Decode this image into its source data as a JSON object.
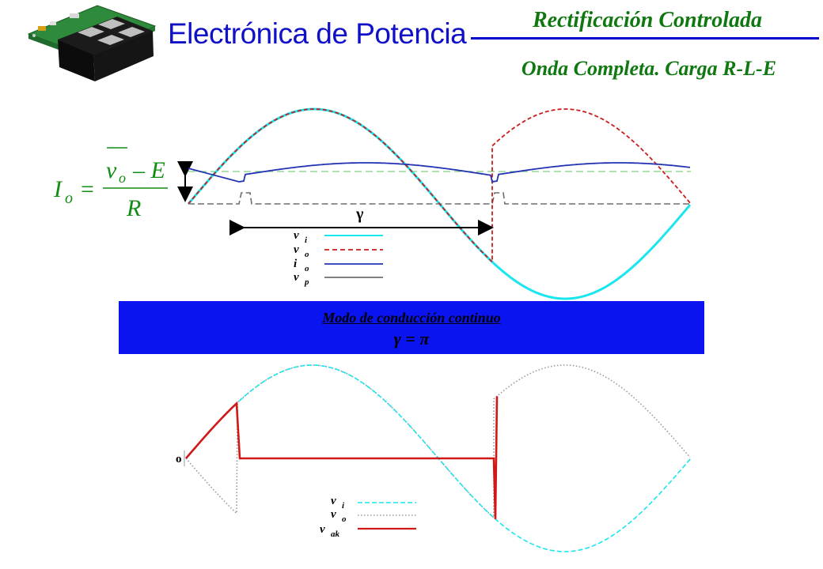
{
  "header": {
    "course_title": "Electrónica de Potencia",
    "topic": "Rectificación Controlada",
    "subtopic": "Onda Completa. Carga R-L-E"
  },
  "formula": {
    "lhs": "I",
    "lhs_sub": "o",
    "numerator_var": "v",
    "numerator_sub": "o",
    "numerator_rest": "– E",
    "denominator": "R"
  },
  "top_plot": {
    "angle_label": "γ",
    "legend": [
      {
        "symbol": "v",
        "sub": "i",
        "color": "#19e6ee",
        "dash": "solid"
      },
      {
        "symbol": "v",
        "sub": "o",
        "color": "#c81e1e",
        "dash": "dashed"
      },
      {
        "symbol": "i",
        "sub": "o",
        "color": "#2232b4",
        "dash": "solid"
      },
      {
        "symbol": "v",
        "sub": "p",
        "color": "#6e6e6e",
        "dash": "solid"
      }
    ]
  },
  "banner": {
    "title": "Modo de conducción continuo",
    "equation": "γ  =  π",
    "color": "#0a14f0"
  },
  "bottom_plot": {
    "origin_label": "o",
    "legend": [
      {
        "symbol": "v",
        "sub": "i",
        "color": "#19e6ee",
        "dash": "dashed"
      },
      {
        "symbol": "v",
        "sub": "o",
        "color": "#999999",
        "dash": "dotted"
      },
      {
        "symbol": "v",
        "sub": "ak",
        "color": "#d01818",
        "dash": "solid"
      }
    ]
  }
}
